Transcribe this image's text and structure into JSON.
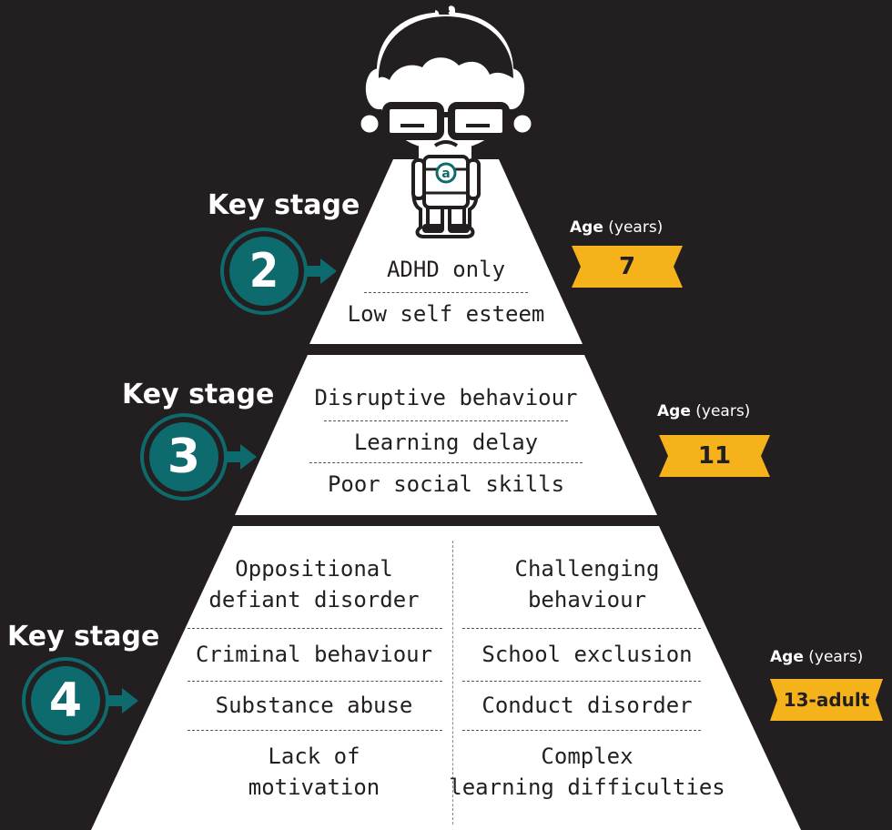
{
  "stages": [
    {
      "heading": "Key stage",
      "number": "2",
      "age_label_bold": "Age",
      "age_label_rest": " (years)",
      "age": "7",
      "items": [
        "ADHD only",
        "Low self esteem"
      ]
    },
    {
      "heading": "Key stage",
      "number": "3",
      "age_label_bold": "Age",
      "age_label_rest": " (years)",
      "age": "11",
      "items": [
        "Disruptive behaviour",
        "Learning delay",
        "Poor social skills"
      ]
    },
    {
      "heading": "Key stage",
      "number": "4",
      "age_label_bold": "Age",
      "age_label_rest": " (years)",
      "age": "13-adult",
      "left_items": [
        "Oppositional\ndefiant disorder",
        "Criminal behaviour",
        "Substance abuse",
        "Lack of\nmotivation"
      ],
      "right_items": [
        "Challenging\nbehaviour",
        "School exclusion",
        "Conduct disorder",
        "Complex\nlearning difficulties"
      ]
    }
  ],
  "mascot_badge": "a",
  "colors": {
    "background": "#231f20",
    "pyramid": "#ffffff",
    "circle_teal": "#0d6b6e",
    "circle_ring": "#1d8c8f",
    "age_banner": "#f6b21b"
  }
}
